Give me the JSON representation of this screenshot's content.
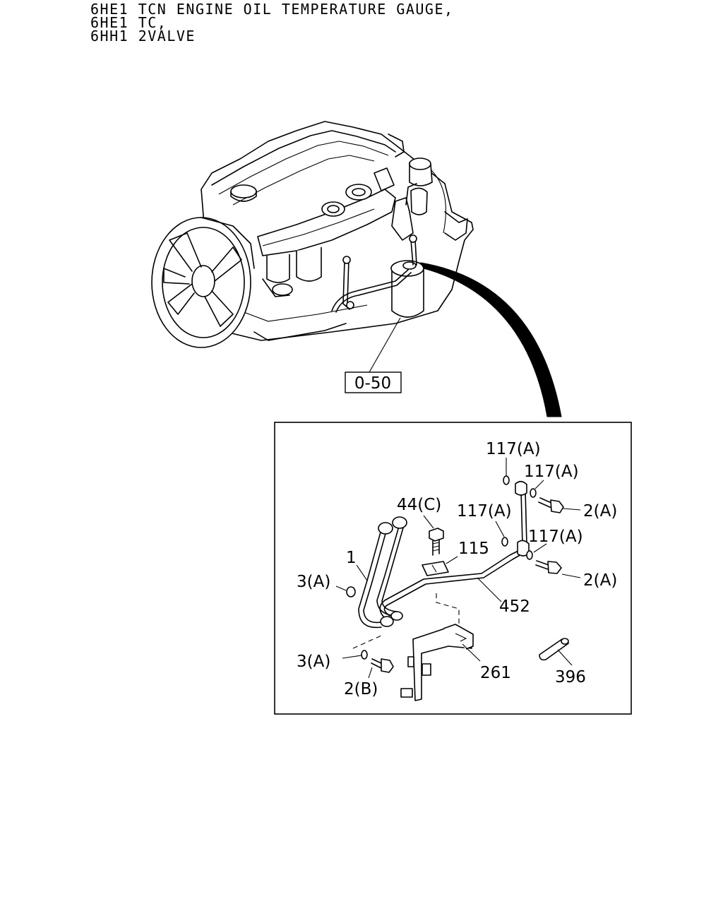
{
  "title_lines": [
    "6HE1 TCN ENGINE OIL TEMPERATURE GAUGE,",
    "6HE1 TC,",
    "6HH1 2VALVE"
  ],
  "ref_box": "0-50",
  "callouts": {
    "c117_top": "117(A)",
    "c117_right": "117(A)",
    "c2a_top": "2(A)",
    "c44c": "44(C)",
    "c117_mid": "117(A)",
    "c115": "115",
    "c117_mid_right": "117(A)",
    "c1": "1",
    "c3a_top": "3(A)",
    "c2a_mid": "2(A)",
    "c452": "452",
    "c3a_bottom": "3(A)",
    "c261": "261",
    "c396": "396",
    "c2b": "2(B)"
  }
}
